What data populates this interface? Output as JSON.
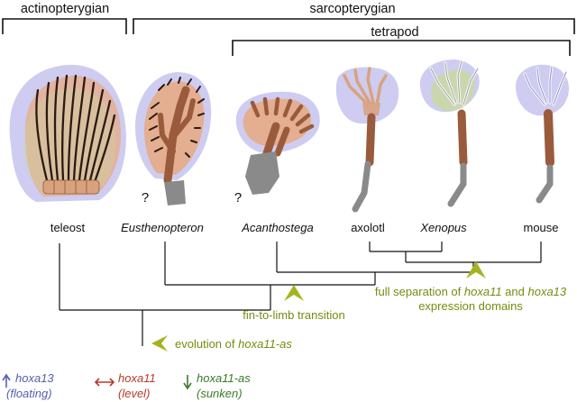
{
  "groups": {
    "actinopterygian": "actinopterygian",
    "sarcopterygian": "sarcopterygian",
    "tetrapod": "tetrapod"
  },
  "taxa": {
    "teleost": "teleost",
    "eusthenopteron": "Eusthenopteron",
    "acanthostega": "Acanthostega",
    "axolotl": "axolotl",
    "xenopus": "Xenopus",
    "mouse": "mouse"
  },
  "uncertain_mark": "?",
  "events": {
    "fin_to_limb": "fin-to-limb transition",
    "separation_prefix": "full separation of ",
    "separation_gene1": "hoxa11",
    "separation_and": " and ",
    "separation_gene2": "hoxa13",
    "separation_line2": "expression domains",
    "evolution_prefix": "evolution of ",
    "evolution_gene": "hoxa11-as"
  },
  "legend": {
    "hoxa13": {
      "gene": "hoxa13",
      "state": "(floating)"
    },
    "hoxa11": {
      "gene": "hoxa11",
      "state": "(level)"
    },
    "hoxa11as": {
      "gene": "hoxa11-as",
      "state": "(sunken)"
    }
  },
  "colors": {
    "bone": "#9a5a3c",
    "ray": "#2b1a12",
    "hoxa13_blue": "#c9c7ee",
    "hoxa11_orange": "#e7ab85",
    "hoxa11as_green": "#c9d99e",
    "gray_bone": "#8a8a8a",
    "arrow_olive": "#a5b320",
    "legend_blue": "#5560b0",
    "legend_red": "#b83a2a",
    "legend_green": "#3b7a2a"
  }
}
